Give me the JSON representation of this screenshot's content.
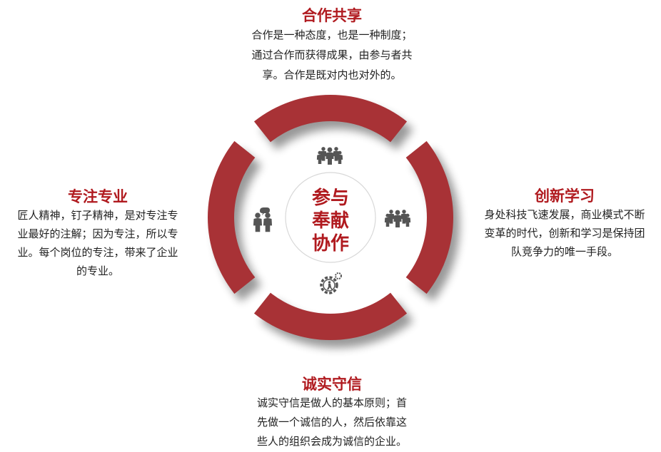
{
  "center": {
    "lines": [
      "参与",
      "奉献",
      "协作"
    ]
  },
  "sections": {
    "top": {
      "title": "合作共享",
      "lines": [
        "合作是一种态度，也是一种制度；",
        "通过合作而获得成果，由参与者共",
        "享。合作是既对内也对外的。"
      ]
    },
    "left": {
      "title": "专注专业",
      "lines": [
        "匠人精神，钉子精神，是对专注专",
        "业最好的注解；因为专注，所以专",
        "业。每个岗位的专注，带来了企业",
        "的专业。"
      ]
    },
    "right": {
      "title": "创新学习",
      "lines": [
        "身处科技飞速发展，商业模式不断",
        "变革的时代，创新和学习是保持团",
        "队竞争力的唯一手段。"
      ]
    },
    "bottom": {
      "title": "诚实守信",
      "lines": [
        "诚实守信是做人的基本原则；首",
        "先做一个诚信的人，然后依靠这",
        "些人的组织会成为诚信的企业。"
      ]
    }
  },
  "icons": {
    "top": "team-group-icon",
    "left": "handshake-dialogue-icon",
    "right": "team-group-icon",
    "bottom": "gear-person-icon"
  },
  "colors": {
    "accent": "#a83236",
    "heading": "#b01a1f",
    "icon": "#555555"
  }
}
